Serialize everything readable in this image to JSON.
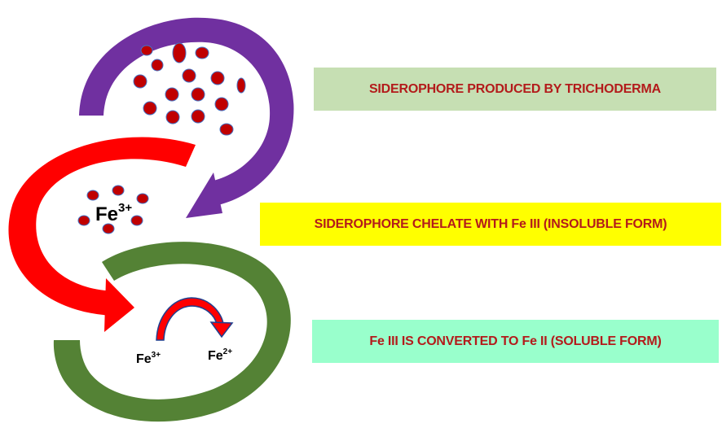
{
  "labels": {
    "step_1": "SIDEROPHORE PRODUCED BY TRICHODERMA",
    "step_2": "SIDEROPHORE CHELATE WITH Fe III (INSOLUBLE FORM)",
    "step_3": "Fe III IS CONVERTED TO Fe II (SOLUBLE FORM)"
  },
  "iron": {
    "chelate_symbol": "Fe",
    "chelate_charge": "3+",
    "reactant_symbol": "Fe",
    "reactant_charge": "3+",
    "product_symbol": "Fe",
    "product_charge": "2+"
  },
  "colors": {
    "purple_arrow": "#7030a0",
    "red_arrow": "#ff0000",
    "green_arc": "#548235",
    "siderophore_dot": "#c00000",
    "dot_outline": "#4472c4",
    "label_text": "#b31b1b",
    "label_1_bg": "#c6dfb3",
    "label_2_bg": "#ffff00",
    "label_3_bg": "#99ffcc",
    "conversion_arrow": "#ff0000"
  }
}
